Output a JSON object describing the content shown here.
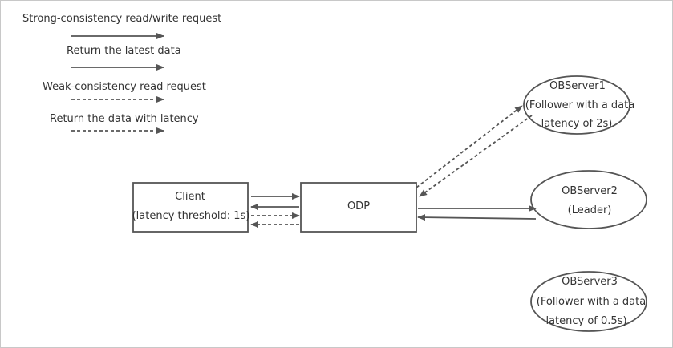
{
  "legend": {
    "strong_request": "Strong-consistency read/write request",
    "latest_data": "Return the latest data",
    "weak_request": "Weak-consistency read request",
    "data_with_latency": "Return the data with latency"
  },
  "nodes": {
    "client": {
      "name": "Client",
      "detail": "(latency threshold: 1s)"
    },
    "odp": {
      "name": "ODP"
    },
    "observer1": {
      "name": "OBServer1",
      "detail_line1": "(Follower with a data",
      "detail_line2": "latency of 2s)"
    },
    "observer2": {
      "name": "OBServer2",
      "detail": "(Leader)"
    },
    "observer3": {
      "name": "OBServer3",
      "detail_line1": "(Follower with a data",
      "detail_line2": "latency of 0.5s)"
    }
  },
  "colors": {
    "stroke": "#555555",
    "text": "#333333",
    "border": "#c8c8c8"
  }
}
